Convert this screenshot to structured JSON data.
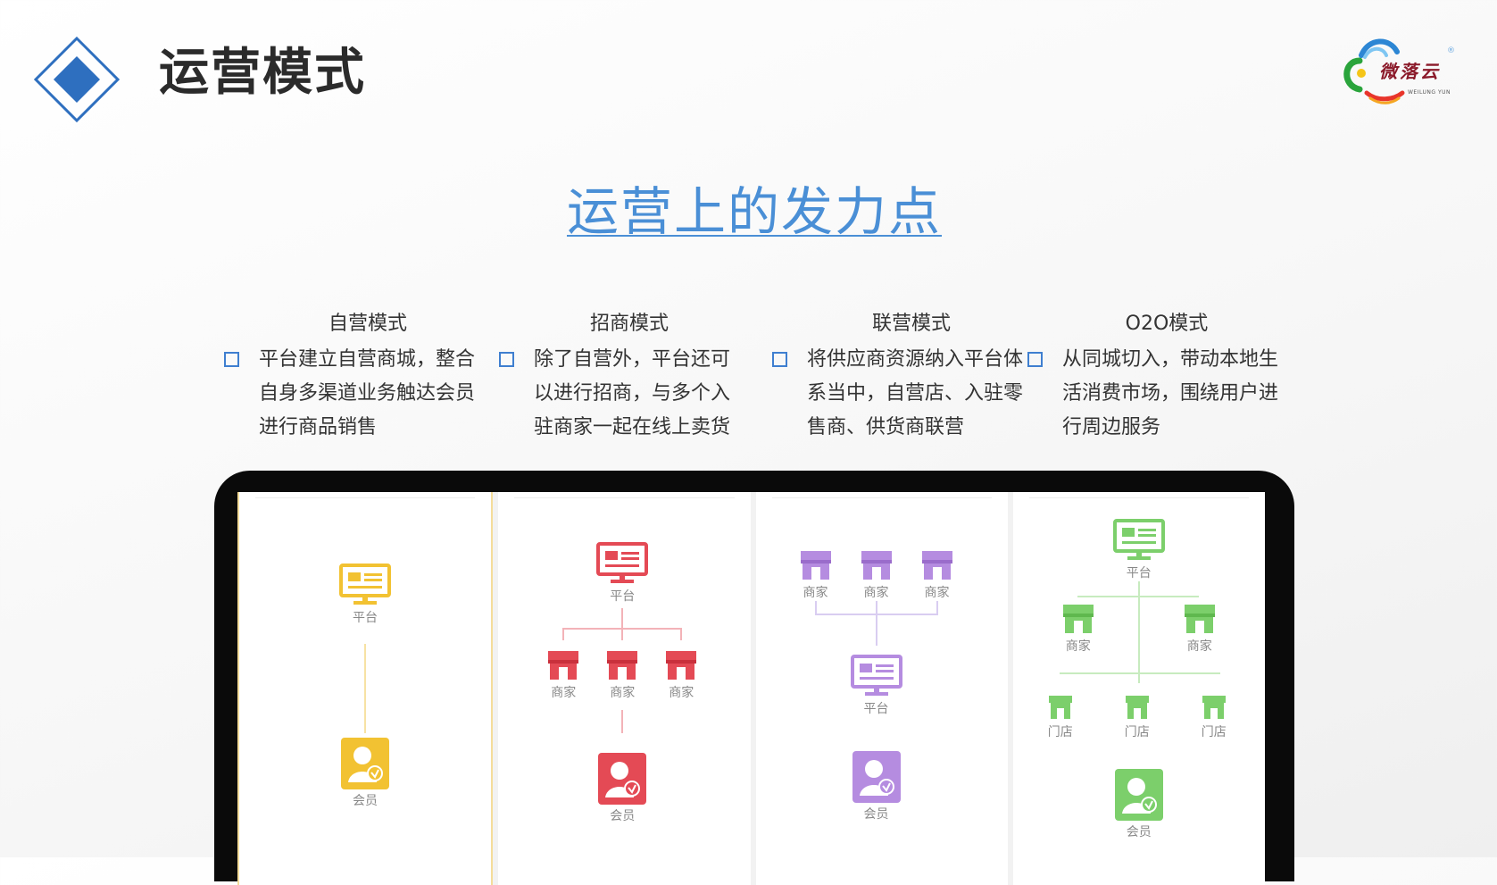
{
  "header": {
    "title": "运营模式"
  },
  "logo": {
    "text": "微落云",
    "subtext": "WEILUNG YUN",
    "reg": "®"
  },
  "subtitle": "运营上的发力点",
  "modes": [
    {
      "title": "自营模式",
      "body": "平台建立自营商城，整合自身多渠道业务触达会员进行商品销售"
    },
    {
      "title": "招商模式",
      "body": "除了自营外，平台还可以进行招商，与多个入驻商家一起在线上卖货"
    },
    {
      "title": "联营模式",
      "body": "将供应商资源纳入平台体系当中，自营店、入驻零售商、供货商联营"
    },
    {
      "title": "O2O模式",
      "body": "从同城切入，带动本地生活消费市场，围绕用户进行周边服务"
    }
  ],
  "diagram": {
    "platform": "平台",
    "merchant": "商家",
    "store": "门店",
    "member": "会员"
  },
  "colors": {
    "accent": "#4a8fd6",
    "self": "#f2c232",
    "invest": "#e44a55",
    "joint": "#b58ce0",
    "o2o": "#7ccf6b"
  }
}
